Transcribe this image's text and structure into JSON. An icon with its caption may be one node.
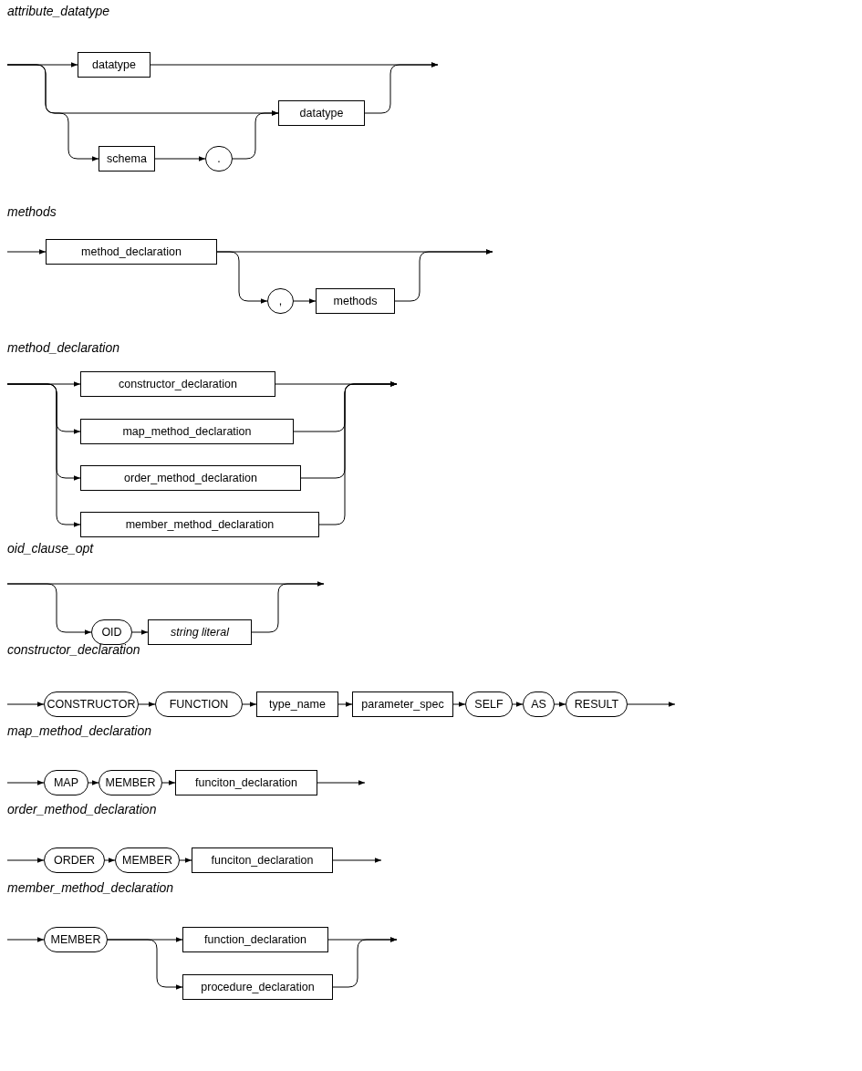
{
  "diagram": {
    "nodes": [
      {
        "text": [
          "datatype"
        ]
      },
      {
        "text": [
          "schema"
        ]
      },
      {
        "text": [
          "."
        ]
      },
      {
        "text": [
          "datatype"
        ]
      },
      {
        "text": [
          "method_declaration"
        ]
      },
      {
        "text": [
          ","
        ]
      },
      {
        "text": [
          "methods"
        ]
      },
      {
        "text": [
          "constructor_declaration"
        ]
      },
      {
        "text": [
          "map_method_declaration"
        ]
      },
      {
        "text": [
          "order_method_declaration"
        ]
      },
      {
        "text": [
          "member_method_declaration"
        ]
      },
      {
        "text": [
          "OID"
        ]
      },
      {
        "text": [
          "string literal"
        ]
      },
      {
        "text": [
          "CONSTRUCTOR"
        ]
      },
      {
        "text": [
          "FUNCTION"
        ]
      },
      {
        "text": [
          "type_name"
        ]
      },
      {
        "text": [
          "parameter_spec"
        ]
      },
      {
        "text": [
          "SELF"
        ]
      },
      {
        "text": [
          "AS"
        ]
      },
      {
        "text": [
          "RESULT"
        ]
      },
      {
        "text": [
          "MAP"
        ]
      },
      {
        "text": [
          "MEMBER"
        ]
      },
      {
        "text": [
          "funciton_declaration"
        ]
      },
      {
        "text": [
          "ORDER"
        ]
      },
      {
        "text": [
          "MEMBER"
        ]
      },
      {
        "text": [
          "funciton_declaration"
        ]
      },
      {
        "text": [
          "MEMBER"
        ]
      },
      {
        "text": [
          "function_declaration"
        ]
      },
      {
        "text": [
          "procedure_declaration"
        ]
      }
    ],
    "edges": [
      {
        "from": null,
        "to": 0,
        "arrow": "to"
      },
      {
        "from": null,
        "to": 3,
        "arrow": "to"
      },
      {
        "from": null,
        "to": 1,
        "arrow": "to"
      },
      {
        "from": 1,
        "to": 2,
        "arrow": "to"
      },
      {
        "from": 2,
        "to": 3,
        "arrow": "to"
      },
      {
        "from": 0,
        "to": null,
        "arrow": "to"
      },
      {
        "from": 3,
        "to": null,
        "arrow": "to"
      },
      {
        "from": null,
        "to": 4,
        "arrow": "to"
      },
      {
        "from": 4,
        "to": null,
        "arrow": "to"
      },
      {
        "from": 4,
        "to": 5,
        "arrow": "to"
      },
      {
        "from": 5,
        "to": 6,
        "arrow": "to"
      },
      {
        "from": 6,
        "to": null,
        "arrow": "to"
      },
      {
        "from": null,
        "to": 7,
        "arrow": "to"
      },
      {
        "from": null,
        "to": 8,
        "arrow": "to"
      },
      {
        "from": null,
        "to": 9,
        "arrow": "to"
      },
      {
        "from": null,
        "to": 10,
        "arrow": "to"
      },
      {
        "from": 7,
        "to": null,
        "arrow": "to"
      },
      {
        "from": 8,
        "to": null,
        "arrow": "to"
      },
      {
        "from": 9,
        "to": null,
        "arrow": "to"
      },
      {
        "from": 10,
        "to": null,
        "arrow": "to"
      },
      {
        "from": null,
        "to": 11,
        "arrow": "to"
      },
      {
        "from": 11,
        "to": 12,
        "arrow": "to"
      },
      {
        "from": 12,
        "to": null,
        "arrow": "to"
      },
      {
        "from": null,
        "to": 13,
        "arrow": "to"
      },
      {
        "from": 13,
        "to": 14,
        "arrow": "to"
      },
      {
        "from": 14,
        "to": 15,
        "arrow": "to"
      },
      {
        "from": 15,
        "to": 16,
        "arrow": "to"
      },
      {
        "from": 16,
        "to": 17,
        "arrow": "to"
      },
      {
        "from": 17,
        "to": 18,
        "arrow": "to"
      },
      {
        "from": 18,
        "to": 19,
        "arrow": "to"
      },
      {
        "from": 19,
        "to": null,
        "arrow": "to"
      },
      {
        "from": null,
        "to": 20,
        "arrow": "to"
      },
      {
        "from": 20,
        "to": 21,
        "arrow": "to"
      },
      {
        "from": 21,
        "to": 22,
        "arrow": "to"
      },
      {
        "from": 22,
        "to": null,
        "arrow": "to"
      },
      {
        "from": null,
        "to": 23,
        "arrow": "to"
      },
      {
        "from": 23,
        "to": 24,
        "arrow": "to"
      },
      {
        "from": 24,
        "to": 25,
        "arrow": "to"
      },
      {
        "from": 25,
        "to": null,
        "arrow": "to"
      },
      {
        "from": null,
        "to": 26,
        "arrow": "to"
      },
      {
        "from": 26,
        "to": 27,
        "arrow": "to"
      },
      {
        "from": 26,
        "to": 28,
        "arrow": "to"
      },
      {
        "from": 27,
        "to": null,
        "arrow": "to"
      },
      {
        "from": 28,
        "to": null,
        "arrow": "to"
      }
    ],
    "labels": [
      "attribute_datatype",
      "methods",
      "method_declaration",
      "oid_clause_opt",
      "constructor_declaration",
      "map_method_declaration",
      "order_method_declaration",
      "member_method_declaration"
    ]
  }
}
